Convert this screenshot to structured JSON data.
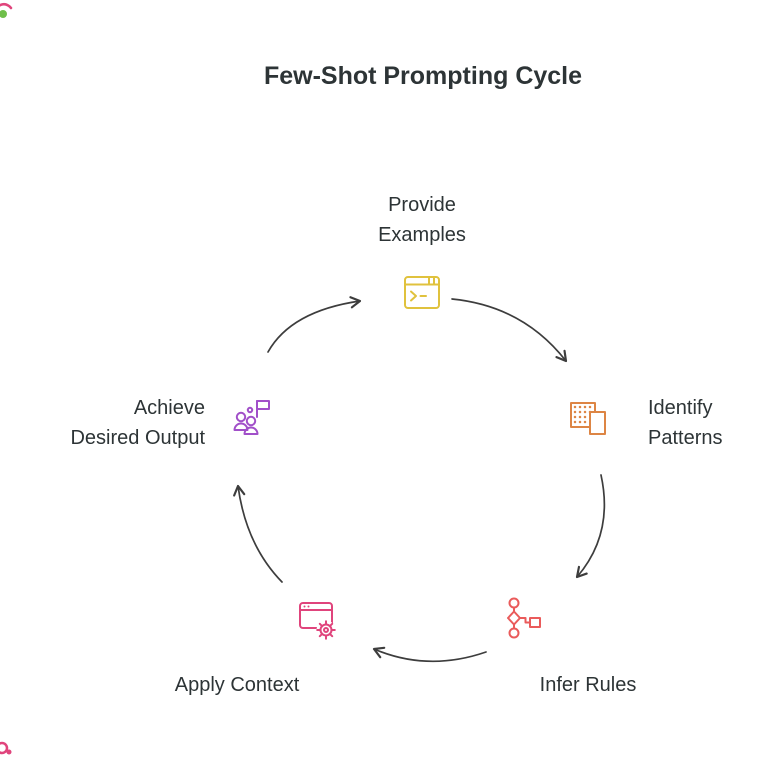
{
  "title": "Few-Shot Prompting Cycle",
  "nodes": [
    {
      "name": "provide-examples",
      "lines": [
        "Provide",
        "Examples"
      ],
      "icon": "terminal-icon",
      "color": "#e0c23d"
    },
    {
      "name": "identify-patterns",
      "lines": [
        "Identify",
        "Patterns"
      ],
      "icon": "dot-pattern-icon",
      "color": "#dd8544"
    },
    {
      "name": "infer-rules",
      "lines": [
        "Infer Rules"
      ],
      "icon": "flowchart-icon",
      "color": "#ea5b5b"
    },
    {
      "name": "apply-context",
      "lines": [
        "Apply Context"
      ],
      "icon": "browser-gear-icon",
      "color": "#e0447c"
    },
    {
      "name": "achieve-desired-output",
      "lines": [
        "Achieve",
        "Desired Output"
      ],
      "icon": "people-flag-icon",
      "color": "#a14fc9"
    }
  ],
  "colors": {
    "title_text": "#2d3436",
    "label_text": "#2d3436",
    "arrow": "#3d3d3d",
    "watermark_pink": "#e0447c",
    "watermark_green": "#6fbf4a"
  }
}
